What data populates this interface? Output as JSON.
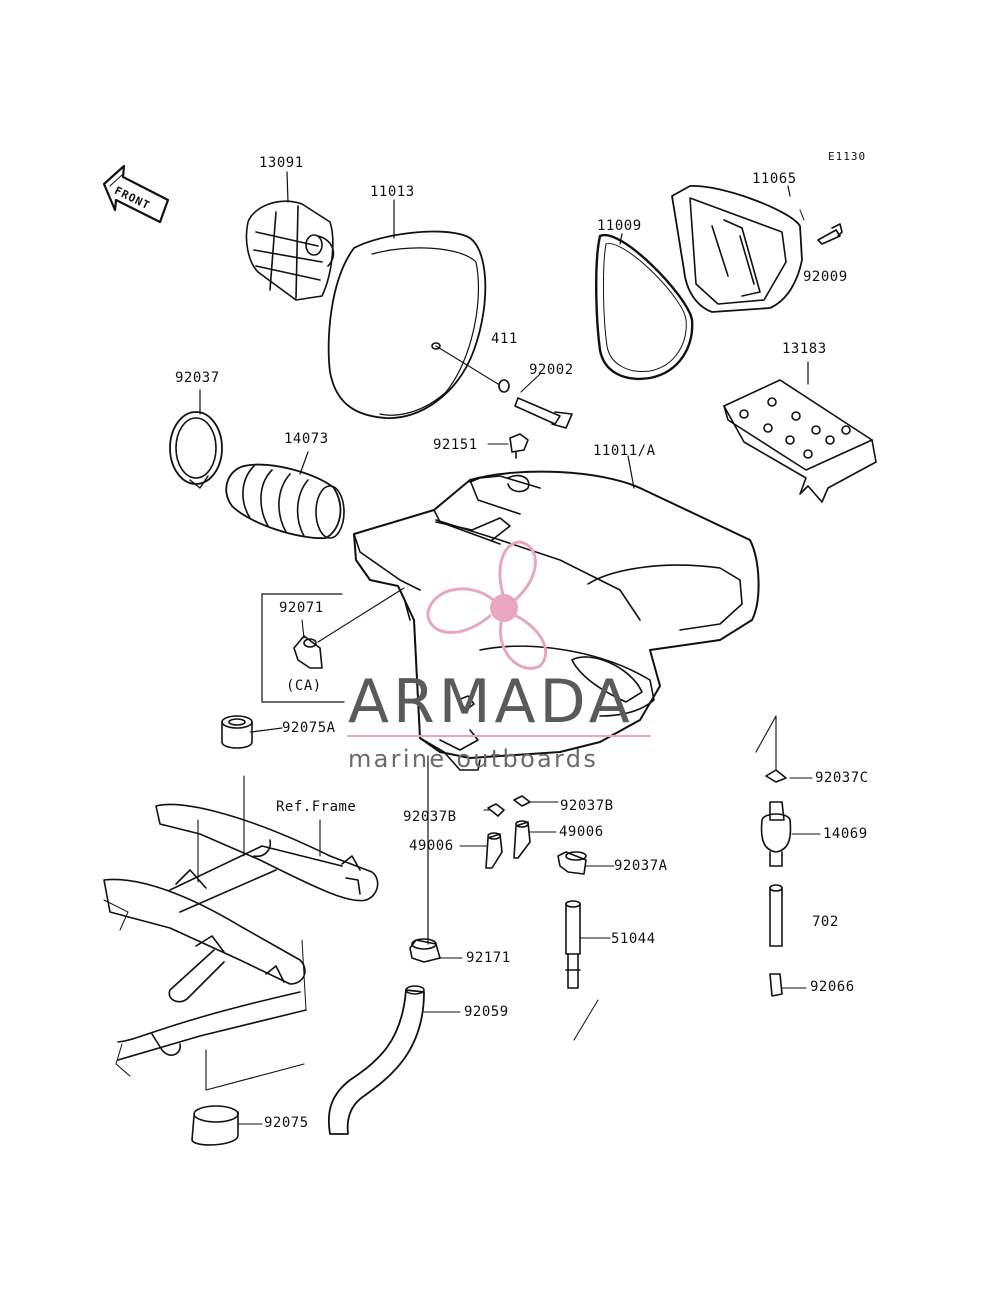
{
  "diagram_code": "E1130",
  "front_arrow": "FRONT",
  "parts": {
    "p13091": "13091",
    "p11013": "11013",
    "p11065": "11065",
    "p11009": "11009",
    "p92009": "92009",
    "p411": "411",
    "p92002": "92002",
    "p92037": "92037",
    "p13183": "13183",
    "p14073": "14073",
    "p92151": "92151",
    "p11011A": "11011/A",
    "p92071": "92071",
    "pCA": "(CA)",
    "p92075A": "92075A",
    "p92037C": "92037C",
    "refFrame": "Ref.Frame",
    "p92037B_left": "92037B",
    "p92037B_right": "92037B",
    "p49006_right": "49006",
    "p49006_left": "49006",
    "p14069": "14069",
    "p92037A": "92037A",
    "p702": "702",
    "p51044": "51044",
    "p92171": "92171",
    "p92066": "92066",
    "p92059": "92059",
    "p92075": "92075"
  },
  "watermark": {
    "title": "ARMADA",
    "subtitle": "marine outboards",
    "logo_color": "#e8a7bf",
    "text_color": "#5a5a5a"
  }
}
